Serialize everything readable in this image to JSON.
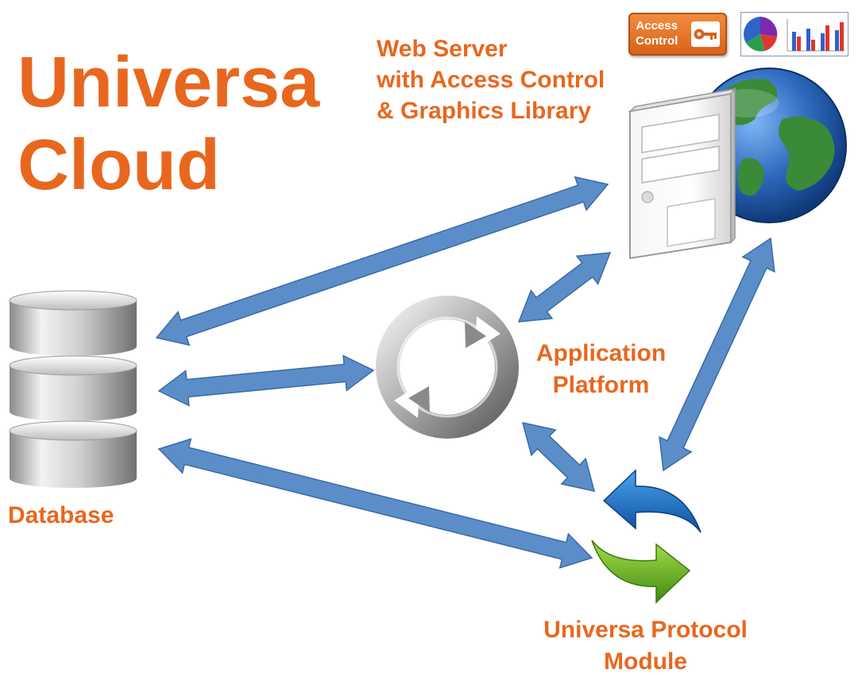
{
  "title": {
    "line1": "Universa",
    "line2": "Cloud"
  },
  "web_server": {
    "line1": "Web Server",
    "line2": "with Access Control",
    "line3": "& Graphics Library"
  },
  "database": {
    "label": "Database"
  },
  "application_platform": {
    "line1": "Application",
    "line2": "Platform"
  },
  "protocol_module": {
    "line1": "Universa Protocol",
    "line2": "Module"
  },
  "access_control_badge": {
    "line1": "Access",
    "line2": "Control",
    "icon": "key-icon"
  },
  "colors": {
    "title_orange": "#e8671f",
    "arrow_blue": "#5b8ec8",
    "arrow_border": "#3a6aa6",
    "globe_ocean": "#2f6bc0",
    "globe_land": "#3a8a3a",
    "protocol_blue": "#1e6fc0",
    "protocol_green": "#5caa1c"
  }
}
